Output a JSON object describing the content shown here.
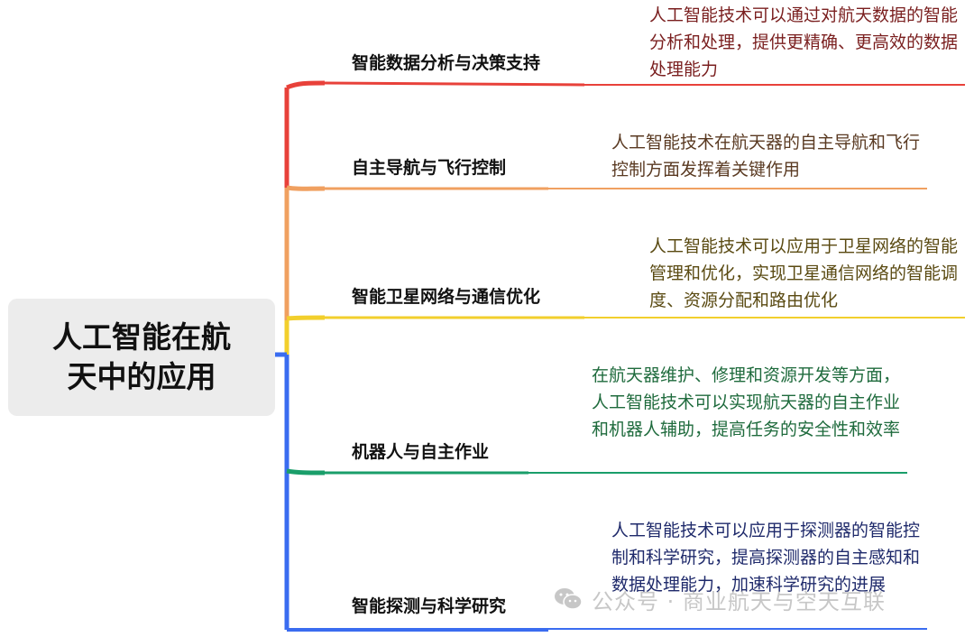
{
  "root": {
    "title": "人工智能在航天中的应用"
  },
  "branches": [
    {
      "label": "智能数据分析与决策支持",
      "description": "人工智能技术可以通过对航天数据的智能分析和处理，提供更精确、更高效的数据处理能力",
      "color": "#e8413a",
      "text_color": "#7a1f1f"
    },
    {
      "label": "自主导航与飞行控制",
      "description": "人工智能技术在航天器的自主导航和飞行控制方面发挥着关键作用",
      "color": "#f0a060",
      "text_color": "#5a3a22"
    },
    {
      "label": "智能卫星网络与通信优化",
      "description": "人工智能技术可以应用于卫星网络的智能管理和优化，实现卫星通信网络的智能调度、资源分配和路由优化",
      "color": "#f2cf2c",
      "text_color": "#5a4a12"
    },
    {
      "label": "机器人与自主作业",
      "description": "在航天器维护、修理和资源开发等方面，人工智能技术可以实现航天器的自主作业和机器人辅助，提高任务的安全性和效率",
      "color": "#1a9e6a",
      "text_color": "#1f6b3d"
    },
    {
      "label": "智能探测与科学研究",
      "description": "人工智能技术可以应用于探测器的智能控制和科学研究，提高探测器的自主感知和数据处理能力，加速科学研究的进展",
      "color": "#3a6cf0",
      "text_color": "#1f2a6b"
    }
  ],
  "watermark": {
    "icon": "wechat-icon",
    "text": "公众号 · 商业航天与空天互联"
  }
}
